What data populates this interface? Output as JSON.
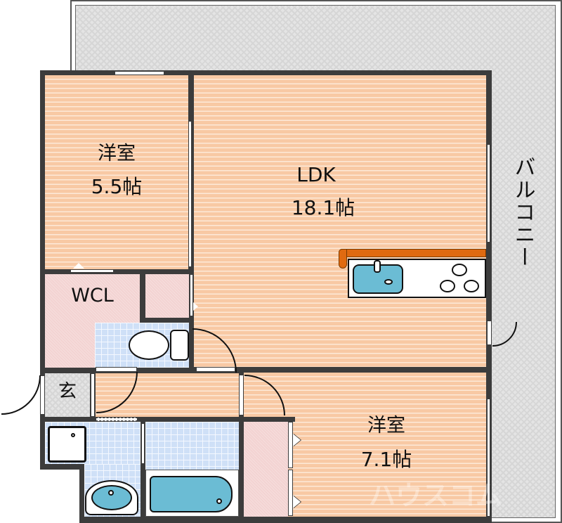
{
  "floor_plan": {
    "rooms": [
      {
        "id": "western-room-1",
        "name": "洋室",
        "size": "5.5帖"
      },
      {
        "id": "ldk",
        "name": "LDK",
        "size": "18.1帖"
      },
      {
        "id": "walk-in-closet",
        "name": "WCL"
      },
      {
        "id": "entrance",
        "name": "玄"
      },
      {
        "id": "western-room-2",
        "name": "洋室",
        "size": "7.1帖"
      },
      {
        "id": "balcony",
        "name": "バルコニー"
      }
    ],
    "fixtures": [
      "toilet",
      "kitchen-sink",
      "gas-stove-3-burner",
      "washing-machine-space",
      "wash-basin",
      "bathtub"
    ],
    "watermark": "ハウスコム",
    "colors": {
      "wood_floor": "#f8c9a4",
      "closet_floor": "#f3d3d2",
      "tile_floor": "#cfe0f7",
      "balcony": "#e4e4e4",
      "wall": "#3c3c3c",
      "counter": "#e06a10",
      "fixture_blue": "#6bbcd4"
    }
  }
}
